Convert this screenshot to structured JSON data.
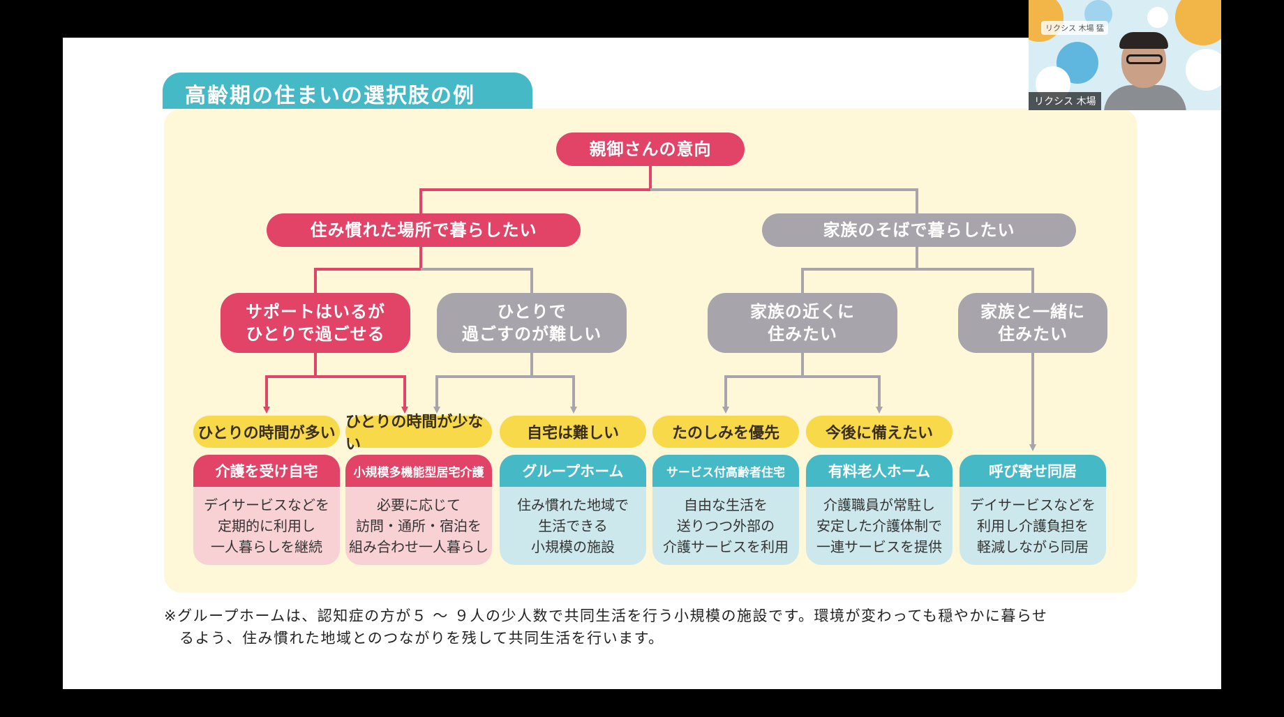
{
  "diagram": {
    "title": "高齢期の住まいの選択肢の例",
    "root": "親御さんの意向",
    "branches": {
      "stay": "住み慣れた場所で暮らしたい",
      "family": "家族のそばで暮らしたい"
    },
    "sub_nodes": {
      "support": "サポートはいるが\nひとりで過ごせる",
      "hard_alone": "ひとりで\n過ごすのが難しい",
      "near_family": "家族の近くに\n住みたい",
      "with_family": "家族と一緒に\n住みたい"
    },
    "conditions": {
      "much_alone": "ひとりの時間が多い",
      "little_alone": "ひとりの時間が少ない",
      "home_hard": "自宅は難しい",
      "enjoyment": "たのしみを優先",
      "prepare": "今後に備えたい"
    },
    "options": [
      {
        "title": "介護を受け自宅",
        "desc": "デイサービスなどを\n定期的に利用し\n一人暮らしを継続"
      },
      {
        "title": "小規模多機能型居宅介護",
        "desc": "必要に応じて\n訪問・通所・宿泊を\n組み合わせ一人暮らし"
      },
      {
        "title": "グループホーム",
        "desc": "住み慣れた地域で\n生活できる\n小規模の施設"
      },
      {
        "title": "サービス付高齢者住宅",
        "desc": "自由な生活を\n送りつつ外部の\n介護サービスを利用"
      },
      {
        "title": "有料老人ホーム",
        "desc": "介護職員が常駐し\n安定した介護体制で\n一連サービスを提供"
      },
      {
        "title": "呼び寄せ同居",
        "desc": "デイサービスなどを\n利用し介護負担を\n軽減しながら同居"
      }
    ],
    "footnote_line1": "※グループホームは、認知症の方が５ ～ ９人の少人数で共同生活を行う小規模の施設です。環境が変わっても穏やかに暮らせ",
    "footnote_line2": "るよう、住み慣れた地域とのつながりを残して共同生活を行います。"
  },
  "video": {
    "participant_name": "リクシス 木場",
    "background_label": "リクシス 木場 猛"
  },
  "colors": {
    "pink": "#e24468",
    "gray": "#a7a5ab",
    "teal": "#45b9c6",
    "yellow": "#f7d94a",
    "panel": "#fef7d8"
  }
}
